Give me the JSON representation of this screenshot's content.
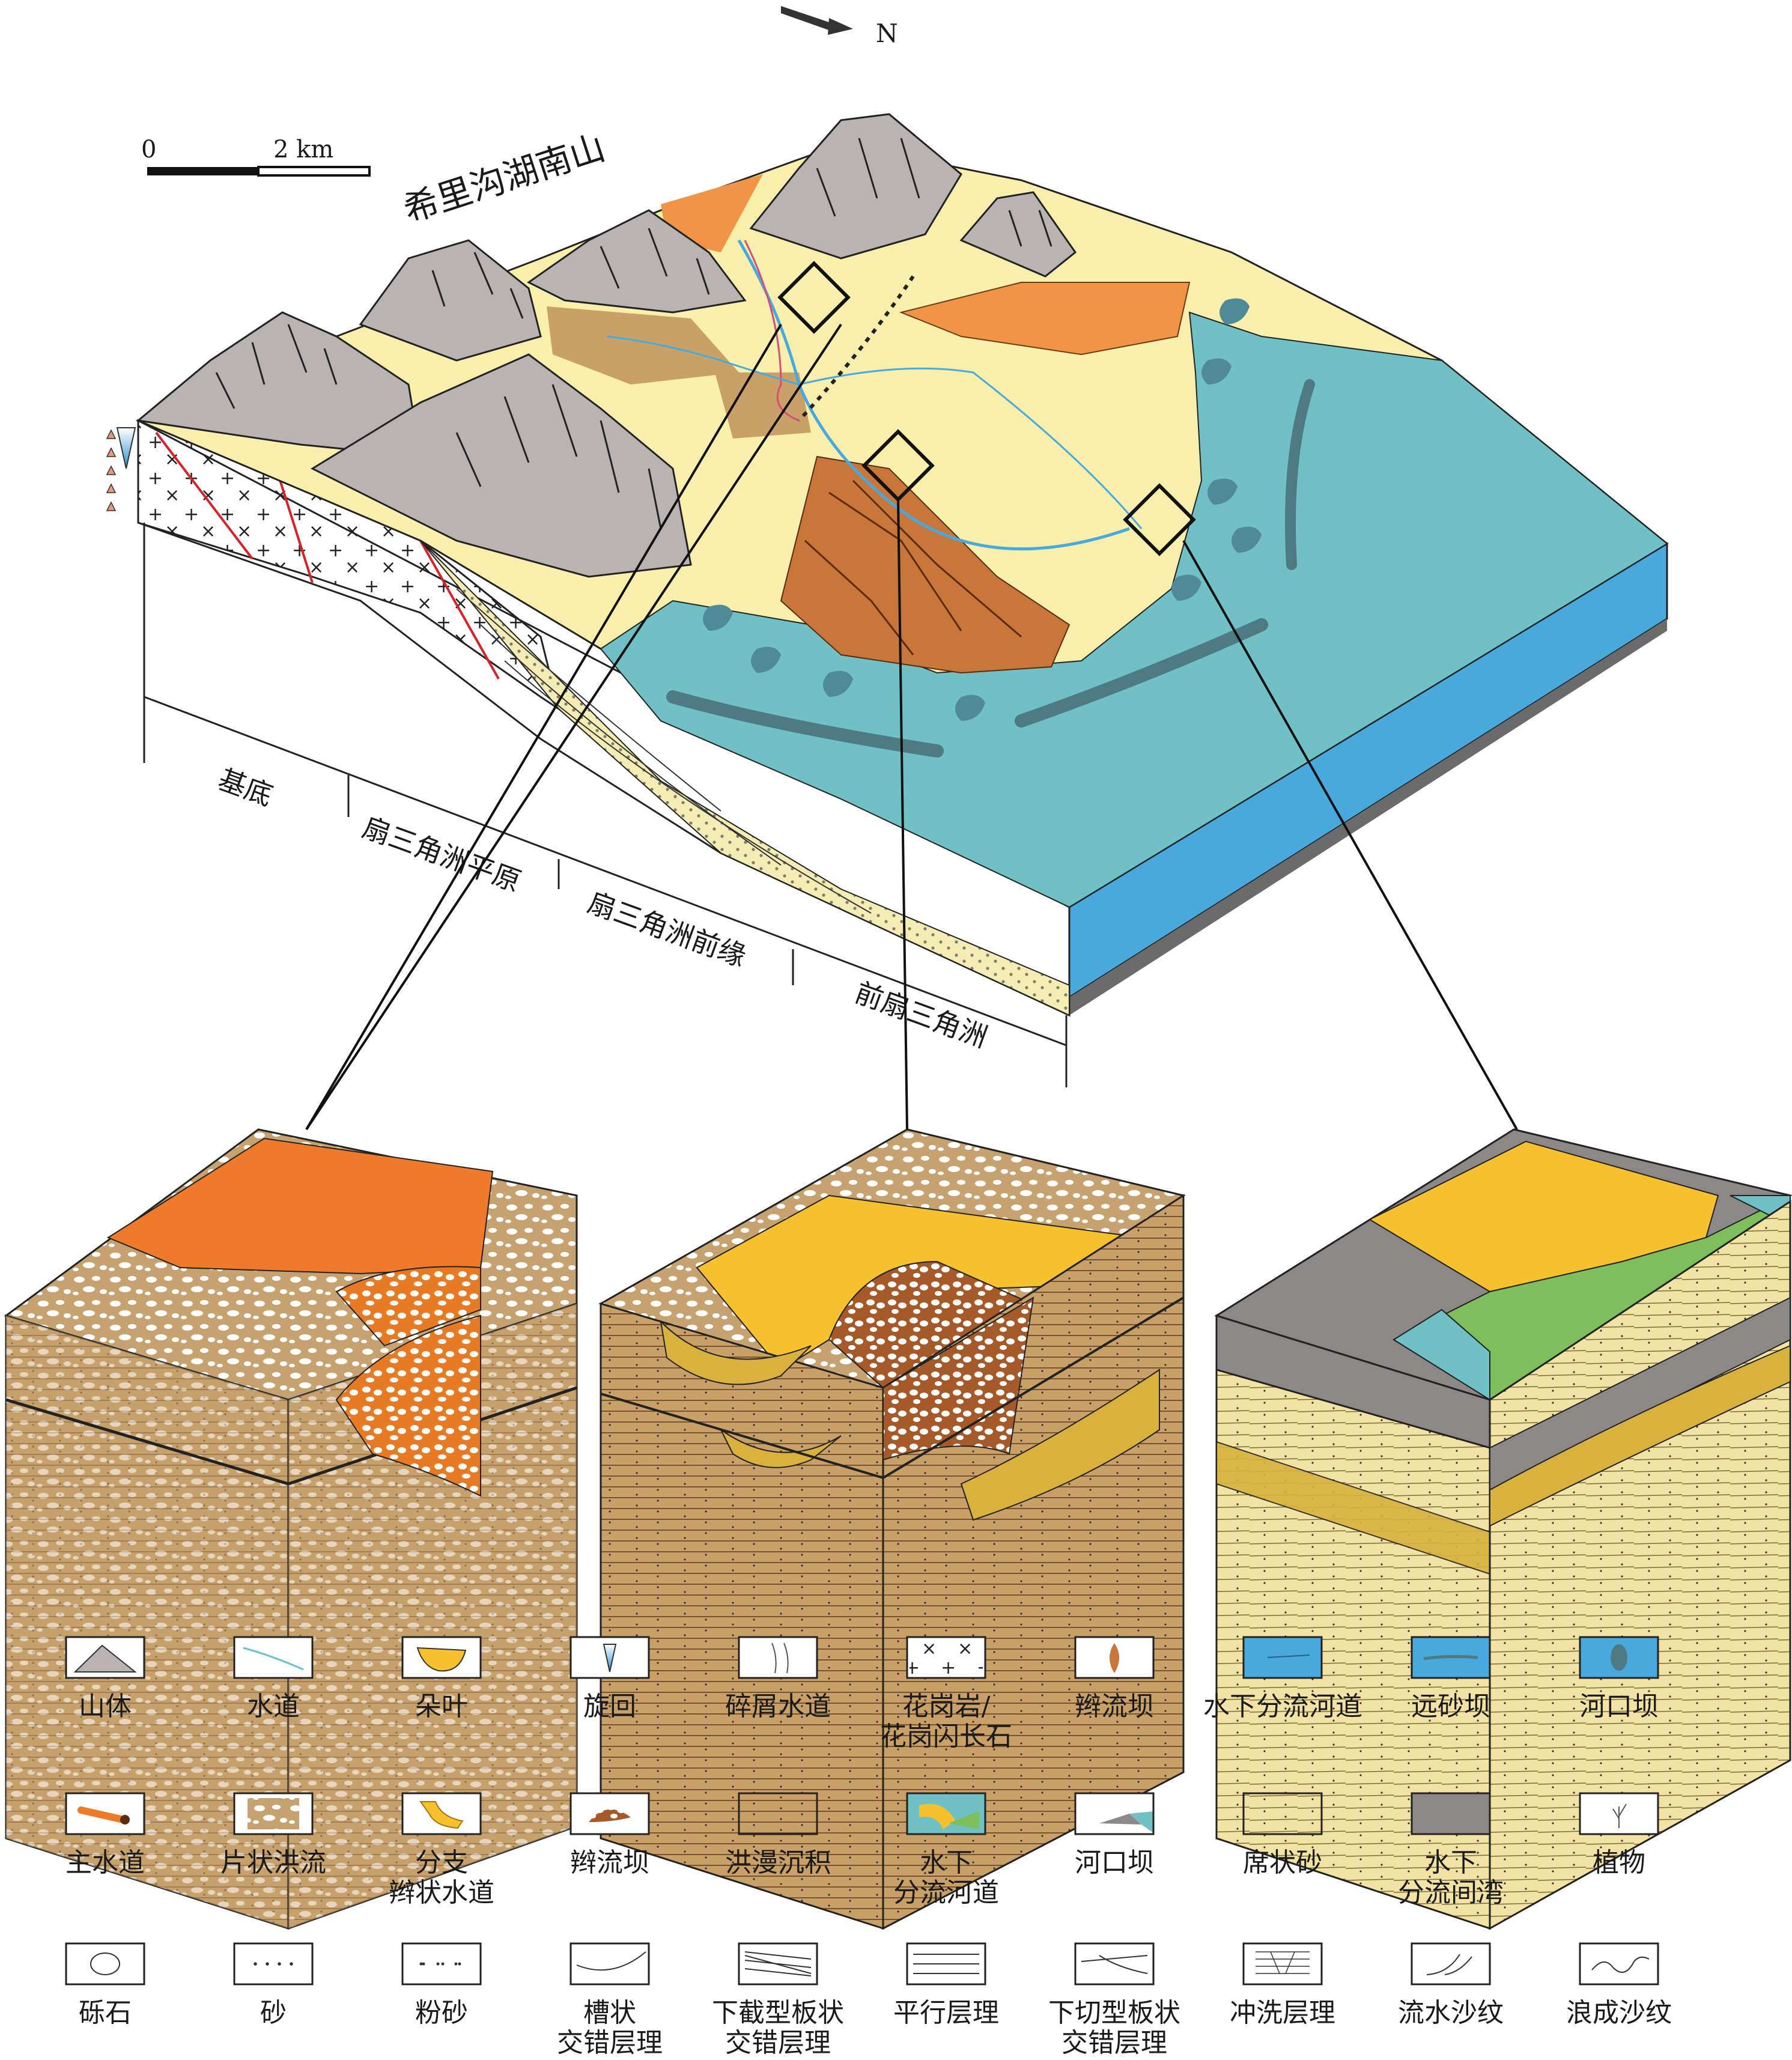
{
  "north_arrow": {
    "label": "N"
  },
  "scale_bar": {
    "start_label": "0",
    "end_label": "2 km"
  },
  "mountain_label": "希里沟湖南山",
  "zones": [
    {
      "label": "基底"
    },
    {
      "label": "扇三角洲平原"
    },
    {
      "label": "扇三角洲前缘"
    },
    {
      "label": "前扇三角洲"
    }
  ],
  "colors": {
    "mountain": "#b9b3b3",
    "plain": "#f7efab",
    "lake": "#6fc1c6",
    "lake_side": "#4aa9dc",
    "orange": "#ef9545",
    "brown": "#c8763a",
    "tan": "#c9a067",
    "grey": "#8c8888",
    "yellow": "#f7c12d",
    "green": "#7cbf5c"
  },
  "legend": [
    {
      "icon": "mountain-icon",
      "label": "山体"
    },
    {
      "icon": "channel-line-icon",
      "label": "水道"
    },
    {
      "icon": "lobe-icon",
      "label": "朵叶"
    },
    {
      "icon": "cycle-icon",
      "label": "旋回"
    },
    {
      "icon": "debris-channel-icon",
      "label": "碎屑水道"
    },
    {
      "icon": "granite-icon",
      "label": "花岗岩/",
      "label2": "花岗闪长石"
    },
    {
      "icon": "braid-bar-icon",
      "label": "辫流坝"
    },
    {
      "icon": "subaqueous-channel-icon",
      "label": "水下分流河道"
    },
    {
      "icon": "distal-bar-icon",
      "label": "远砂坝"
    },
    {
      "icon": "mouth-bar-icon",
      "label": "河口坝"
    },
    {
      "icon": "main-channel-icon",
      "label": "主水道"
    },
    {
      "icon": "sheet-flood-icon",
      "label": "片状洪流"
    },
    {
      "icon": "branch-braided-channel-icon",
      "label": "分支",
      "label2": "辫状水道"
    },
    {
      "icon": "braid-bar-2-icon",
      "label": "辫流坝"
    },
    {
      "icon": "overbank-icon",
      "label": "洪漫沉积"
    },
    {
      "icon": "subaqueous-channel-2-icon",
      "label": "水下",
      "label2": "分流河道"
    },
    {
      "icon": "mouth-bar-2-icon",
      "label": "河口坝"
    },
    {
      "icon": "sheet-sand-icon",
      "label": "席状砂"
    },
    {
      "icon": "interdistributary-bay-icon",
      "label": "水下",
      "label2": "分流间湾"
    },
    {
      "icon": "plant-icon",
      "label": "植物"
    },
    {
      "icon": "gravel-icon",
      "label": "砾石"
    },
    {
      "icon": "sand-icon",
      "label": "砂"
    },
    {
      "icon": "silt-icon",
      "label": "粉砂"
    },
    {
      "icon": "trough-cross-bedding-icon",
      "label": "槽状",
      "label2": "交错层理"
    },
    {
      "icon": "tangential-planar-cross-bedding-icon",
      "label": "下截型板状",
      "label2": "交错层理"
    },
    {
      "icon": "parallel-bedding-icon",
      "label": "平行层理"
    },
    {
      "icon": "truncated-planar-cross-bedding-icon",
      "label": "下切型板状",
      "label2": "交错层理"
    },
    {
      "icon": "wash-bedding-icon",
      "label": "冲洗层理"
    },
    {
      "icon": "current-ripple-icon",
      "label": "流水沙纹"
    },
    {
      "icon": "wave-ripple-icon",
      "label": "浪成沙纹"
    }
  ]
}
